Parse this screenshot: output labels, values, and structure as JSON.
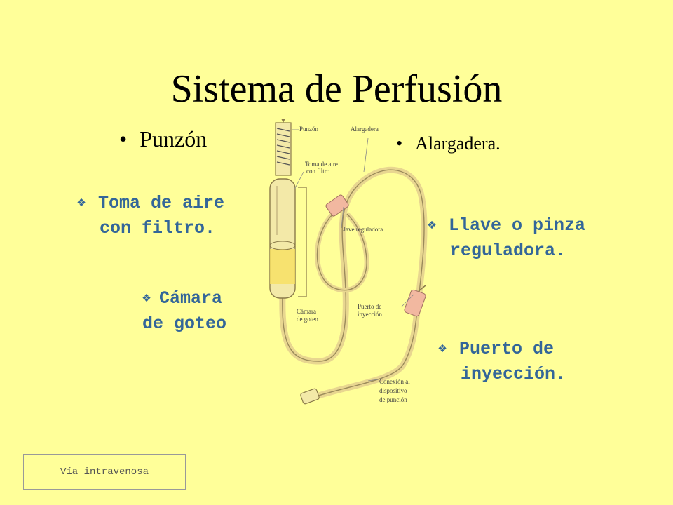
{
  "slide": {
    "title": "Sistema de Perfusión",
    "bullets": [
      {
        "text": "Punzón"
      },
      {
        "text": "Alargadera."
      }
    ],
    "subitems": {
      "toma_aire": {
        "line1": "Toma de aire",
        "line2": "con filtro."
      },
      "camara": {
        "line1": "Cámara",
        "line2": "de goteo"
      },
      "llave": {
        "line1": "Llave o pinza",
        "line2": "reguladora."
      },
      "puerto": {
        "line1": "Puerto de",
        "line2": "inyección."
      }
    }
  },
  "diagram_labels": {
    "punzon": "Punzón",
    "alargadera": "Alargadera",
    "toma_aire_1": "Toma de aire",
    "toma_aire_2": "con filtro",
    "llave": "Llave reguladora",
    "camara_1": "Cámara",
    "camara_2": "de goteo",
    "puerto_1": "Puerto de",
    "puerto_2": "inyección",
    "conexion_1": "Conexión al",
    "conexion_2": "dispositivo",
    "conexion_3": "de punción"
  },
  "nav": {
    "label": "Vía intravenosa"
  },
  "colors": {
    "background": "#FFFF99",
    "accent": "#336699",
    "tubing": "#E8D690",
    "text": "#000000"
  },
  "icons": {
    "sub_bullet": "diamond-bullet-icon"
  }
}
